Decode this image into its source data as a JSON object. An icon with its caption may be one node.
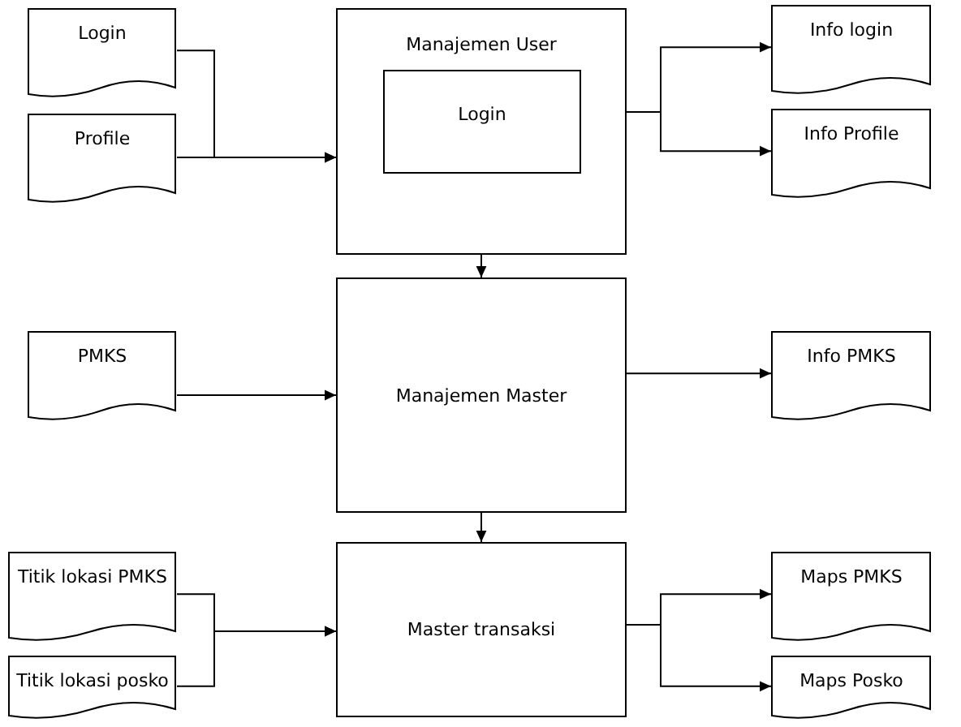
{
  "diagram": {
    "nodes": [
      {
        "text": [
          "Login"
        ]
      },
      {
        "text": [
          "Profile"
        ]
      },
      {
        "text": [
          "Manajemen User"
        ]
      },
      {
        "text": [
          "Login"
        ],
        "in": 2
      },
      {
        "text": [
          "Info login"
        ]
      },
      {
        "text": [
          "Info Profile"
        ]
      },
      {
        "text": [
          "PMKS"
        ]
      },
      {
        "text": [
          "Manajemen Master"
        ]
      },
      {
        "text": [
          "Info PMKS"
        ]
      },
      {
        "text": [
          "Titik lokasi PMKS"
        ]
      },
      {
        "text": [
          "Titik lokasi posko"
        ]
      },
      {
        "text": [
          "Master transaksi"
        ]
      },
      {
        "text": [
          "Maps PMKS"
        ]
      },
      {
        "text": [
          "Maps Posko"
        ]
      }
    ],
    "edges": [
      {
        "from": 0,
        "to": 2,
        "arrow": "to"
      },
      {
        "from": 1,
        "to": 2,
        "arrow": "to"
      },
      {
        "from": 2,
        "to": 4,
        "arrow": "to"
      },
      {
        "from": 2,
        "to": 5,
        "arrow": "to"
      },
      {
        "from": 2,
        "to": 7,
        "arrow": "to"
      },
      {
        "from": 6,
        "to": 7,
        "arrow": "to"
      },
      {
        "from": 7,
        "to": 8,
        "arrow": "to"
      },
      {
        "from": 7,
        "to": 11,
        "arrow": "to"
      },
      {
        "from": 9,
        "to": 11,
        "arrow": "to"
      },
      {
        "from": 10,
        "to": 11,
        "arrow": "to"
      },
      {
        "from": 11,
        "to": 12,
        "arrow": "to"
      },
      {
        "from": 11,
        "to": 13,
        "arrow": "to"
      }
    ]
  }
}
